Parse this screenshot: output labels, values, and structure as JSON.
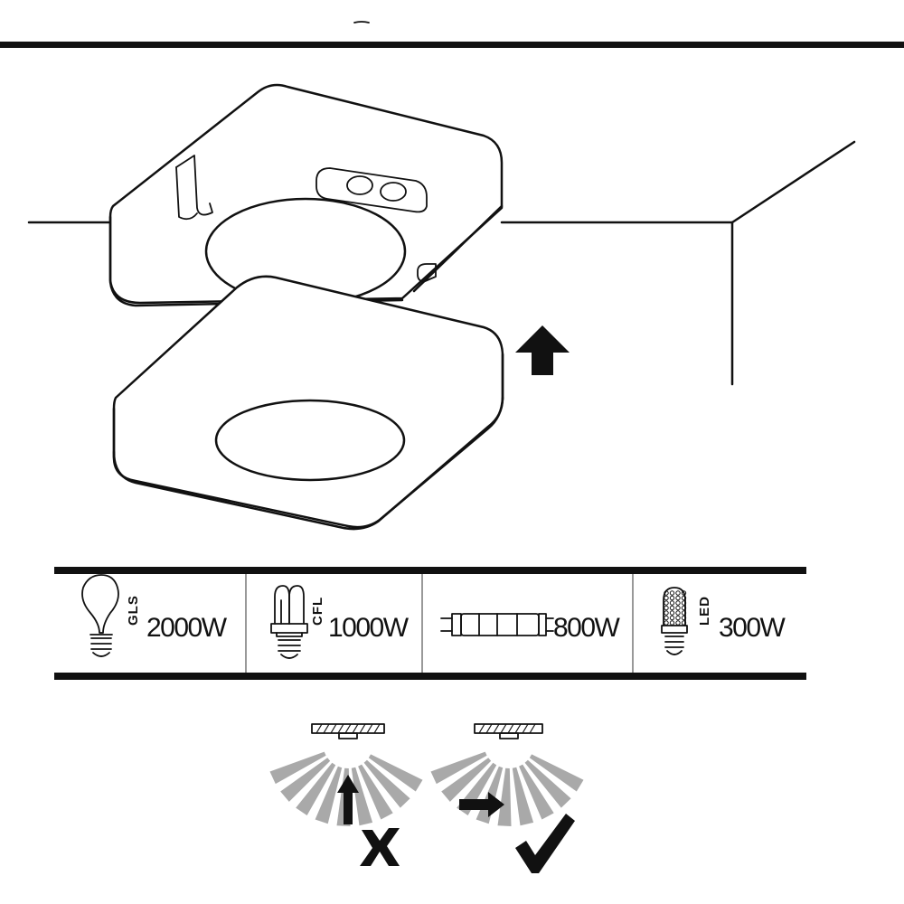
{
  "load_table": {
    "entries": [
      {
        "type": "GLS",
        "power": "2000W",
        "icon": "incandescent-bulb-icon"
      },
      {
        "type": "CFL",
        "power": "1000W",
        "icon": "cfl-bulb-icon"
      },
      {
        "type": "",
        "power": "800W",
        "icon": "fluorescent-tube-icon"
      },
      {
        "type": "LED",
        "power": "300W",
        "icon": "led-bulb-icon"
      }
    ]
  },
  "detection_guide": {
    "incorrect": {
      "direction": "towards-sensor",
      "mark": "cross-icon"
    },
    "correct": {
      "direction": "across-sensor",
      "mark": "check-icon"
    }
  }
}
